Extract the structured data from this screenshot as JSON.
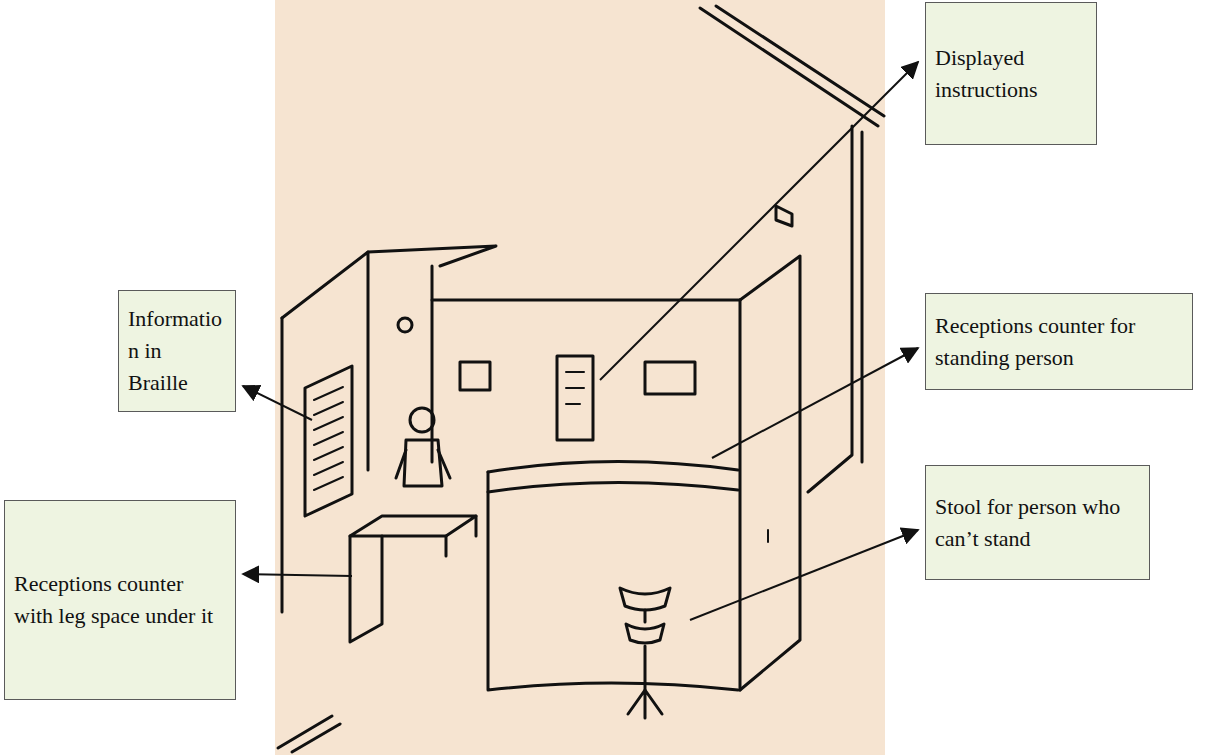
{
  "diagram": {
    "nodes": [
      {
        "text": [
          "Displayed instructions"
        ]
      },
      {
        "text": [
          "Information in Braille"
        ]
      },
      {
        "text": [
          "Receptions counter for standing person"
        ]
      },
      {
        "text": [
          "Receptions counter with leg space under it"
        ]
      },
      {
        "text": [
          "Stool for person who can’t stand"
        ]
      }
    ]
  }
}
